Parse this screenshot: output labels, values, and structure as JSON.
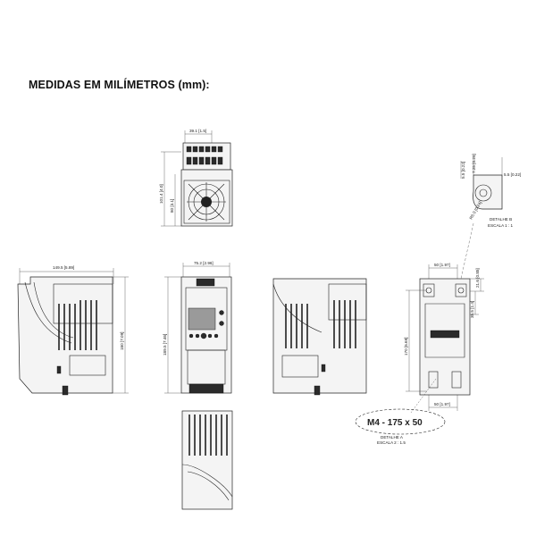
{
  "heading": "MEDIDAS EM MILÍMETROS (mm):",
  "top_view": {
    "dim_width": "39.1 [1.5]",
    "dim_height_1": "101.4 [4.0]",
    "dim_height_2": "80 [3.1]"
  },
  "left_view": {
    "dim_depth": "149.5 [5.89]",
    "dim_height": "180 [7.09]"
  },
  "front_view": {
    "dim_width": "75.2 [2.96]",
    "dim_height": "189.5 [7.46]"
  },
  "mount_view": {
    "dim_top_width": "50 [1.97]",
    "dim_bottom_width": "50 [1.97]",
    "dim_left_height": "170 [6.69]",
    "dim_right_1": "21.6 [0.85]",
    "dim_right_2": "35.5 [1.4]",
    "screw_label": "M4 - 175 x 50",
    "detail_a": "DETALHE A",
    "detail_a_scale": "ESCALA 2 : 1.5"
  },
  "detail_b": {
    "label": "DETALHE B",
    "scale": "ESCALA 1 : 1",
    "dim_1": "7.25 [0.29]",
    "dim_2": "5.5 [0.22]",
    "dim_3": "5.5 [0.22]",
    "dim_4": "R6.0 [0.24]"
  }
}
